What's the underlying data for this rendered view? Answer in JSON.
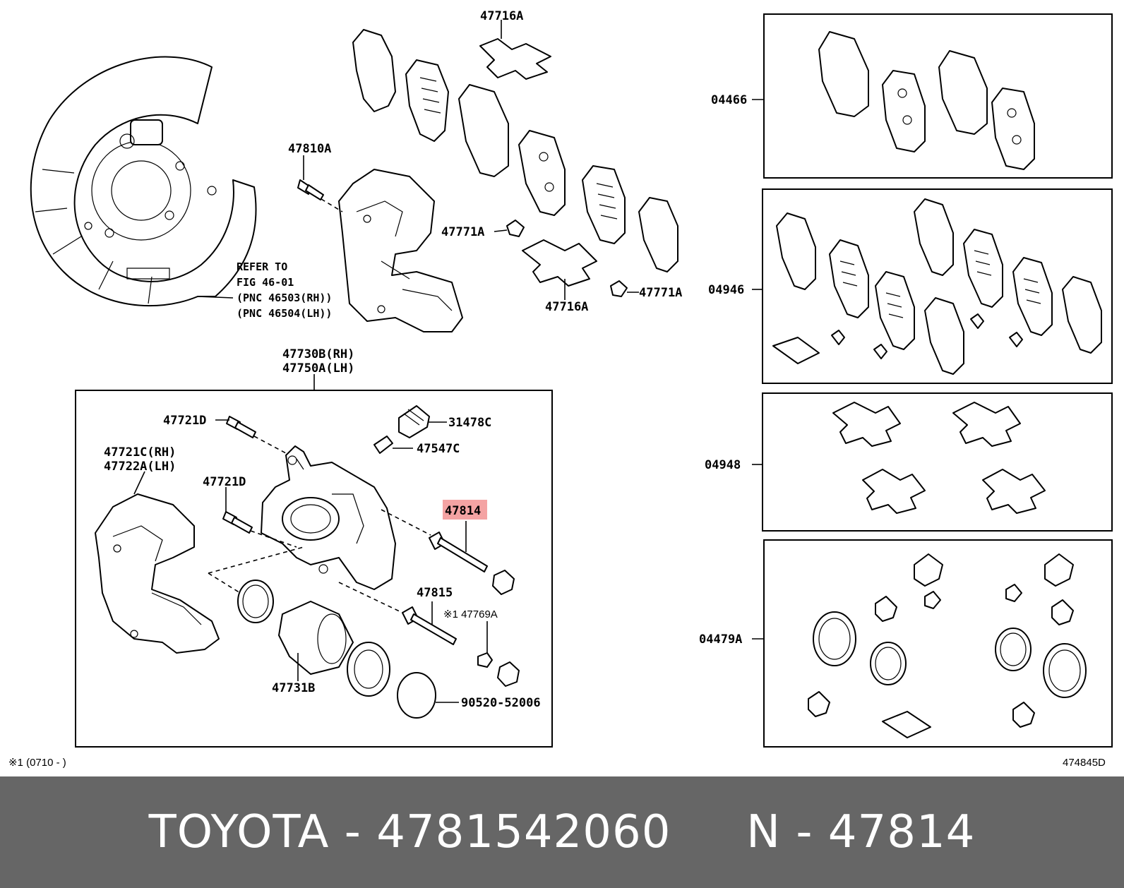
{
  "labels": {
    "p47716a_top": "47716A",
    "p47810a": "47810A",
    "p47771a_left": "47771A",
    "p47771a_right": "47771A",
    "p47716a_mid": "47716A",
    "refer_line1": "REFER TO",
    "refer_line2": "FIG 46-01",
    "refer_line3": "(PNC 46503(RH))",
    "refer_line4": "(PNC 46504(LH))",
    "p47730b": "47730B(RH)",
    "p47750a": "47750A(LH)",
    "p47721d_top": "47721D",
    "p31478c": "31478C",
    "p47547c": "47547C",
    "p47721c": "47721C(RH)",
    "p47722a": "47722A(LH)",
    "p47721d_mid": "47721D",
    "p47814": "47814",
    "p47815": "47815",
    "p47769a": "※1 47769A",
    "p47731b": "47731B",
    "p90520": "90520-52006",
    "p04466": "04466",
    "p04946": "04946",
    "p04948": "04948",
    "p04479a": "04479A",
    "footnote": "※1 (0710 -        )",
    "diagram_code": "474845D"
  },
  "highlight_color": "#f4a3a3",
  "footer": {
    "brand": "TOYOTA",
    "part_number": "4781542060",
    "ref_prefix": "N",
    "ref_number": "47814",
    "background": "#666666",
    "text_color": "#ffffff"
  }
}
